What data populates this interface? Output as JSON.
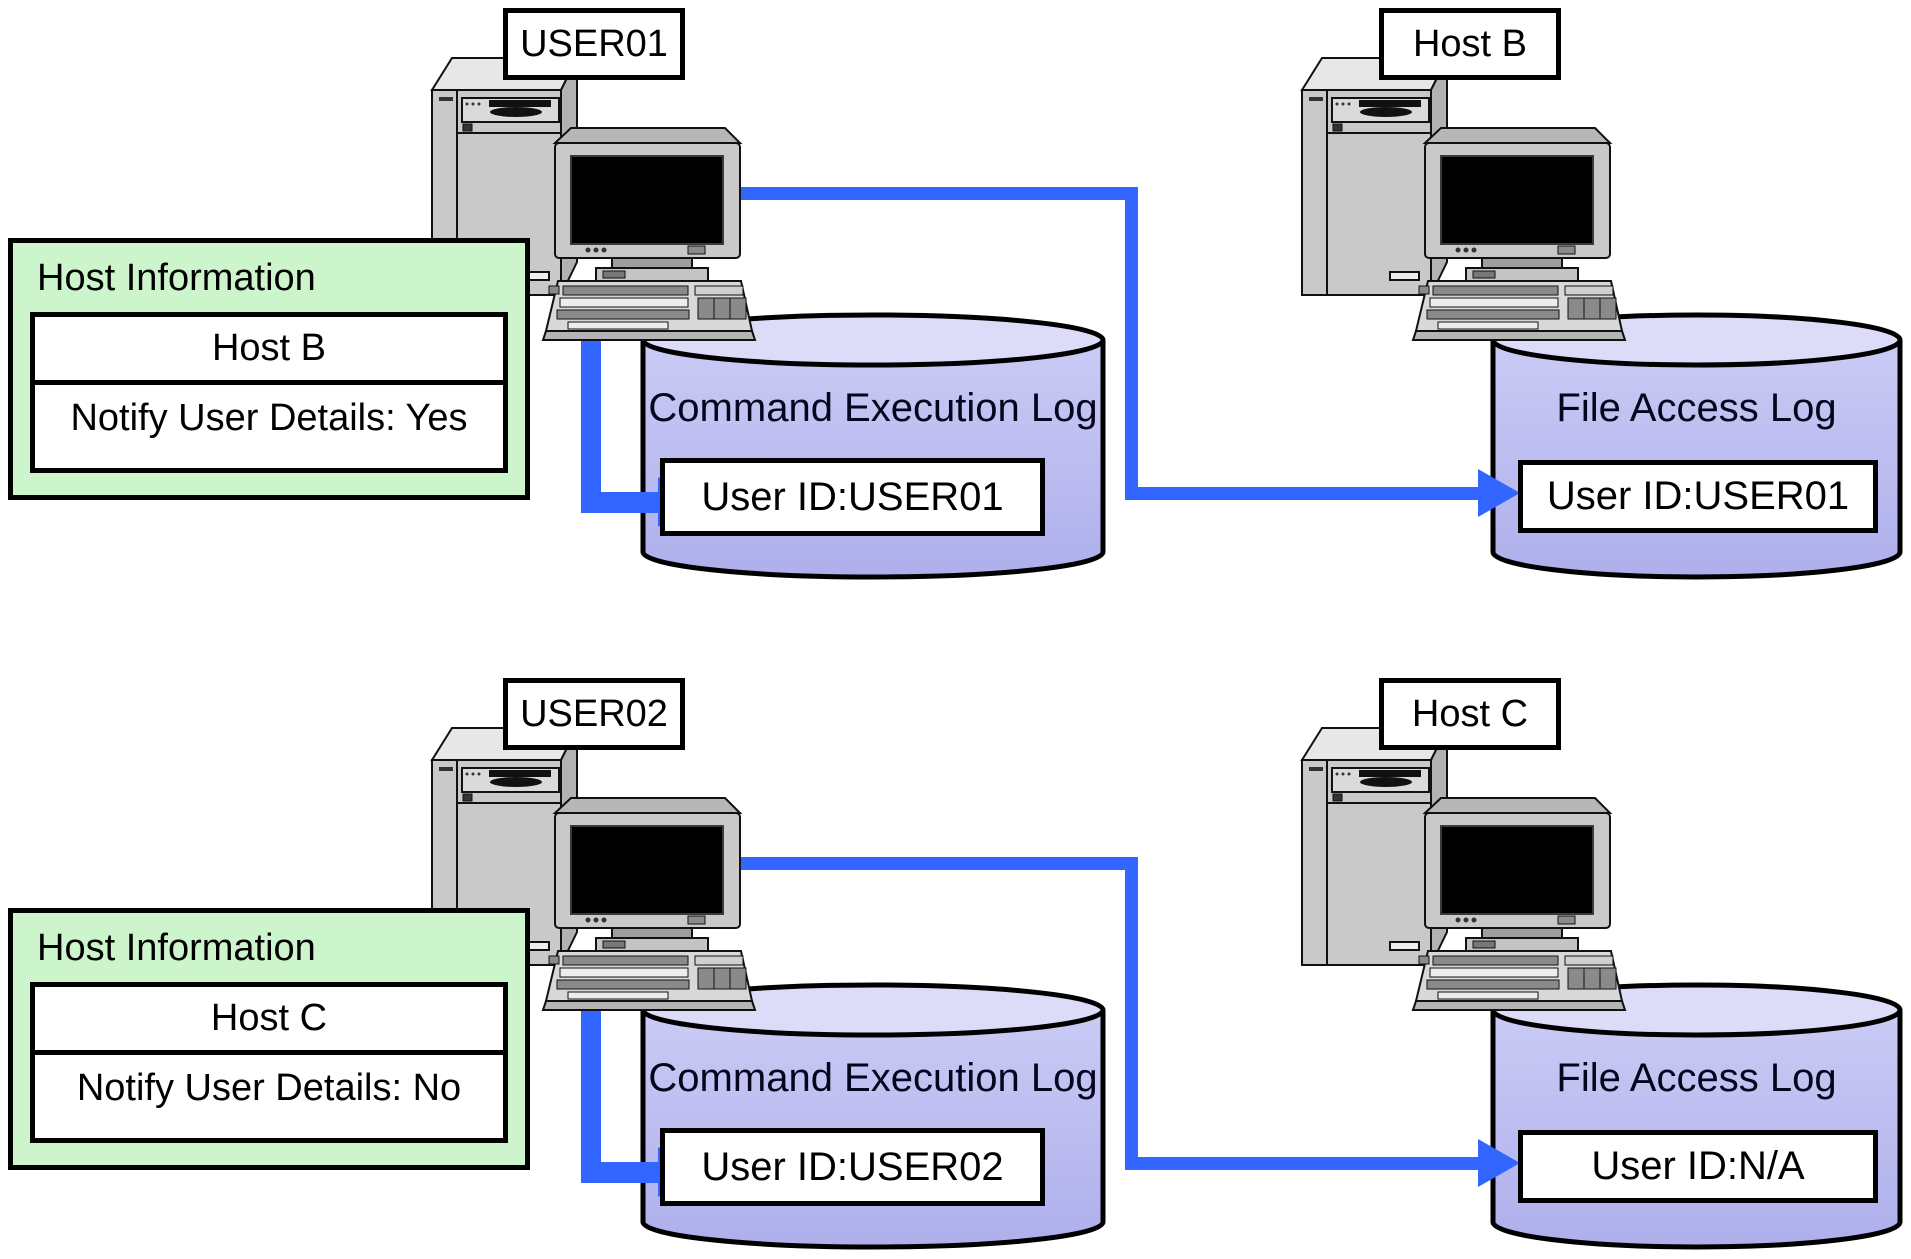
{
  "colors": {
    "connector_blue": "#3366ff",
    "panel_green": "#ccf5cc",
    "cylinder_body": "#b4b5ee",
    "cylinder_top": "#dcdcf9",
    "computer_gray": "#c8c8c8"
  },
  "icons": {
    "workstation": "desktop-computer-with-tower-monitor-keyboard",
    "log_store": "database-cylinder",
    "flow": "blue-elbow-arrow"
  },
  "scenarios": [
    {
      "user_label": "USER01",
      "host_label": "Host B",
      "host_info": {
        "title": "Host Information",
        "host_name": "Host B",
        "notify_setting": "Notify User Details: Yes"
      },
      "command_log": {
        "title": "Command Execution Log",
        "entry": "User ID:USER01"
      },
      "file_log": {
        "title": "File Access Log",
        "entry": "User ID:USER01"
      }
    },
    {
      "user_label": "USER02",
      "host_label": "Host C",
      "host_info": {
        "title": "Host Information",
        "host_name": "Host C",
        "notify_setting": "Notify User Details: No"
      },
      "command_log": {
        "title": "Command Execution Log",
        "entry": "User ID:USER02"
      },
      "file_log": {
        "title": "File Access Log",
        "entry": "User ID:N/A"
      }
    }
  ]
}
